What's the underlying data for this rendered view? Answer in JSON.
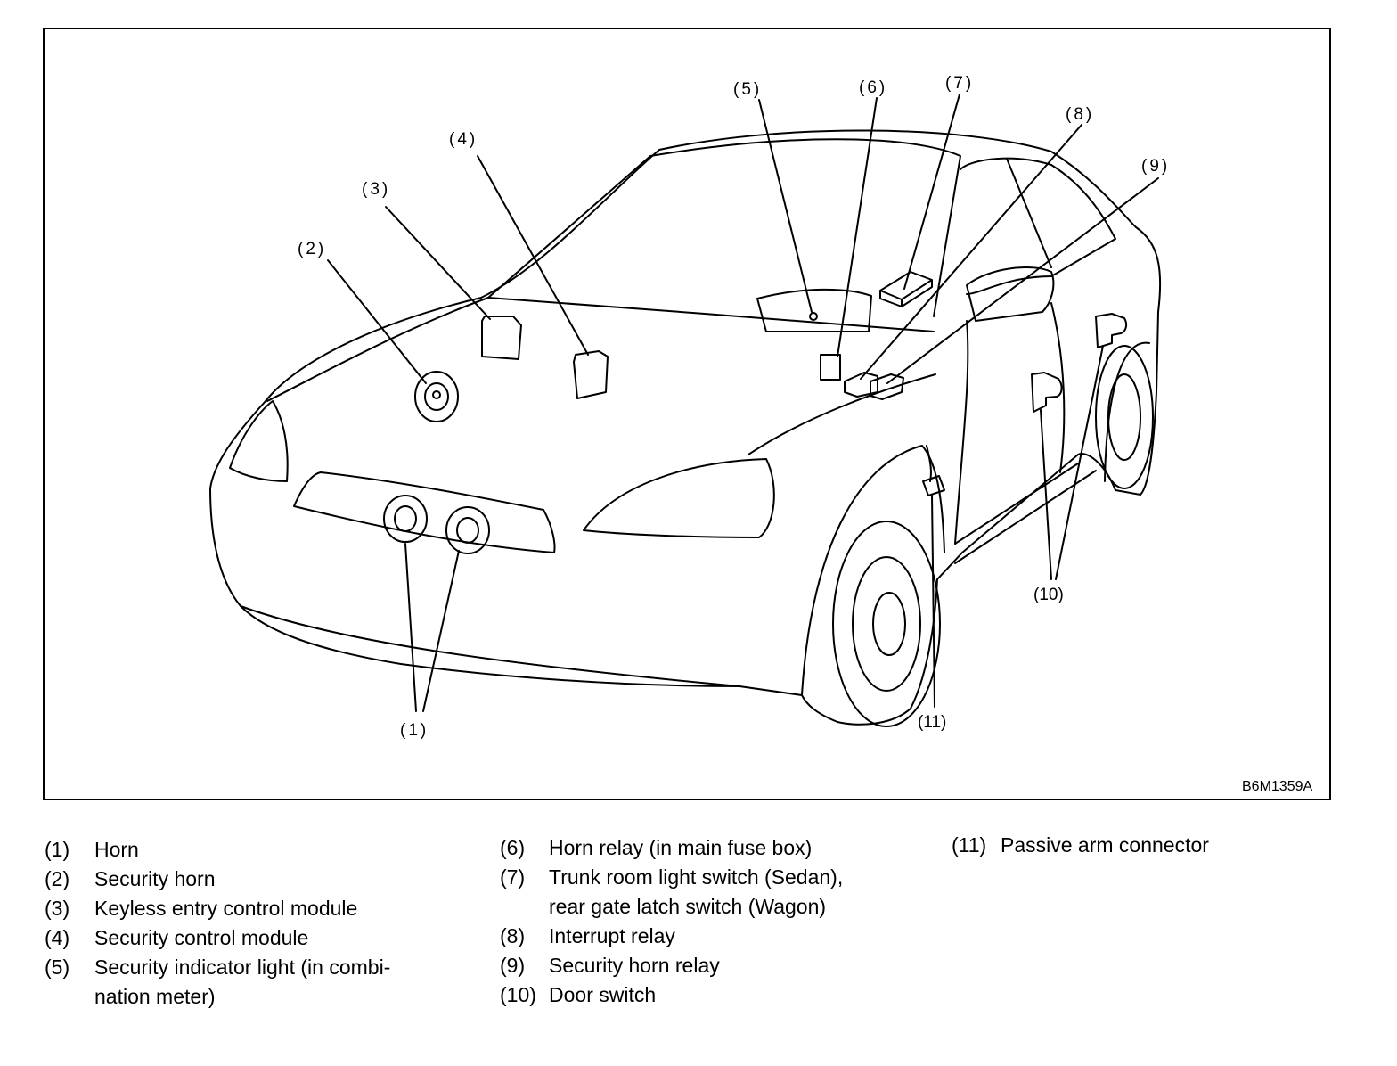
{
  "figure_id": "B6M1359A",
  "callouts": {
    "c1": "(1)",
    "c2": "(2)",
    "c3": "(3)",
    "c4": "(4)",
    "c5": "(5)",
    "c6": "(6)",
    "c7": "(7)",
    "c8": "(8)",
    "c9": "(9)",
    "c10": "(10)",
    "c11": "(11)"
  },
  "legend": {
    "items": [
      {
        "num": "(1)",
        "text": "Horn"
      },
      {
        "num": "(2)",
        "text": "Security horn"
      },
      {
        "num": "(3)",
        "text": "Keyless entry control module"
      },
      {
        "num": "(4)",
        "text": "Security control module"
      },
      {
        "num": "(5)",
        "text": "Security indicator light (in combi-",
        "text2": "nation meter)"
      },
      {
        "num": "(6)",
        "text": "Horn relay (in main fuse box)"
      },
      {
        "num": "(7)",
        "text": "Trunk room light switch (Sedan),",
        "text2": "rear gate latch switch (Wagon)"
      },
      {
        "num": "(8)",
        "text": "Interrupt relay"
      },
      {
        "num": "(9)",
        "text": "Security horn relay"
      },
      {
        "num": "(10)",
        "text": "Door switch"
      },
      {
        "num": "(11)",
        "text": "Passive arm connector"
      }
    ]
  }
}
